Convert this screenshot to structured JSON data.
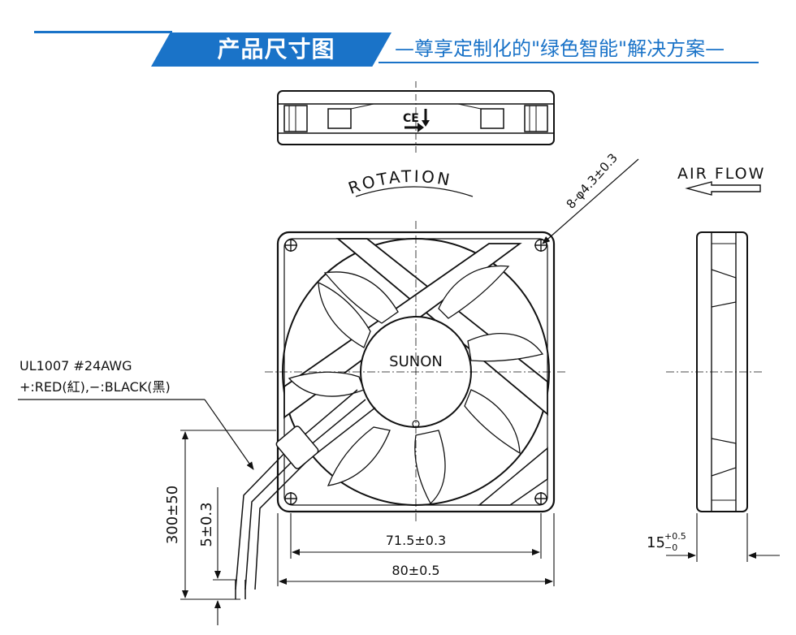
{
  "header": {
    "title": "产品尺寸图",
    "subtitle": "—尊享定制化的\"绿色智能\"解决方案—",
    "accent_color": "#1a73c8",
    "subtitle_color": "#1a73c8"
  },
  "drawing": {
    "brand_label": "SUNON",
    "ce_mark": "CE",
    "rotation_label": "ROTATION",
    "air_flow_label": "AIR FLOW",
    "hole_callout": "8-φ4.3±0.3",
    "wire_spec_line1": "UL1007  #24AWG",
    "wire_spec_line2": "+:RED(紅),−:BLACK(黑)",
    "dim_hole_pitch": "71.5±0.3",
    "dim_frame_width": "80±0.5",
    "dim_lead_length": "300±50",
    "dim_strip_length": "5±0.3",
    "dim_thickness_base": "15",
    "dim_thickness_tol_upper": "+0.5",
    "dim_thickness_tol_lower": "−0",
    "line_color": "#111111"
  }
}
